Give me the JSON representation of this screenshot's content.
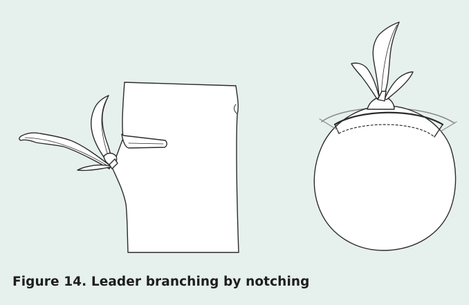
{
  "figure": {
    "caption": "Figure 14. Leader branching by notching",
    "background_color": "#e6f0ec",
    "line_color": "#2b2b2b",
    "fill_color": "#ffffff",
    "panels": [
      {
        "name": "side-view",
        "depicts": "stem with notch cut above a side bud and leafy shoot"
      },
      {
        "name": "top-view",
        "depicts": "cross-section of stem with notch arc and emerging bud"
      }
    ]
  }
}
